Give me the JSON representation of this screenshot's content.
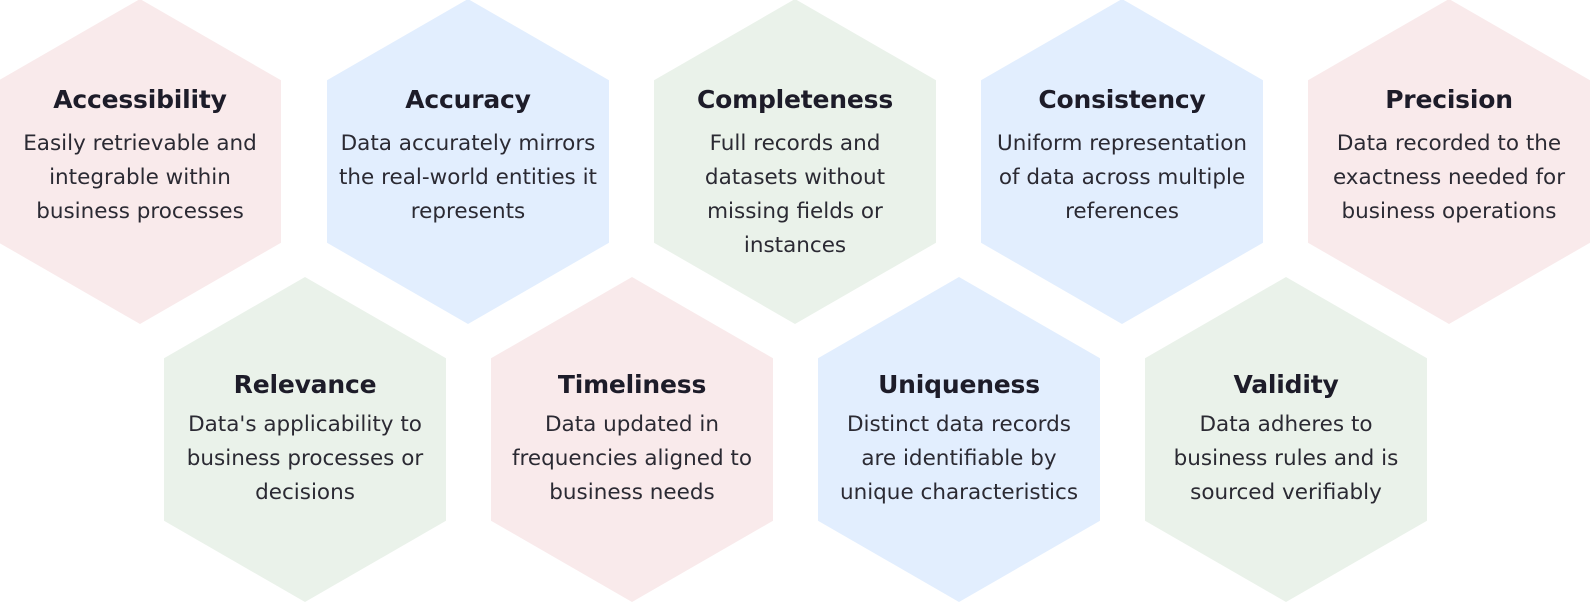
{
  "dimensions": [
    {
      "title": "Accessibility",
      "description": "Easily retrievable and integrable within business processes",
      "color": "#f9eaeb"
    },
    {
      "title": "Accuracy",
      "description": "Data accurately mirrors the real-world entities it represents",
      "color": "#e2eefe"
    },
    {
      "title": "Completeness",
      "description": "Full records and datasets without missing fields or instances",
      "color": "#eaf2ea"
    },
    {
      "title": "Consistency",
      "description": "Uniform representation of data across multiple references",
      "color": "#e2eefe"
    },
    {
      "title": "Precision",
      "description": "Data recorded to the exactness needed for business operations",
      "color": "#f9eaeb"
    },
    {
      "title": "Relevance",
      "description": "Data's applicability to business processes or decisions",
      "color": "#eaf2ea"
    },
    {
      "title": "Timeliness",
      "description": "Data updated in frequencies aligned to business needs",
      "color": "#f9eaeb"
    },
    {
      "title": "Uniqueness",
      "description": "Distinct data records are identifiable by unique characteristics",
      "color": "#e2eefe"
    },
    {
      "title": "Validity",
      "description": "Data adheres to business rules and is sourced verifiably",
      "color": "#eaf2ea"
    }
  ]
}
